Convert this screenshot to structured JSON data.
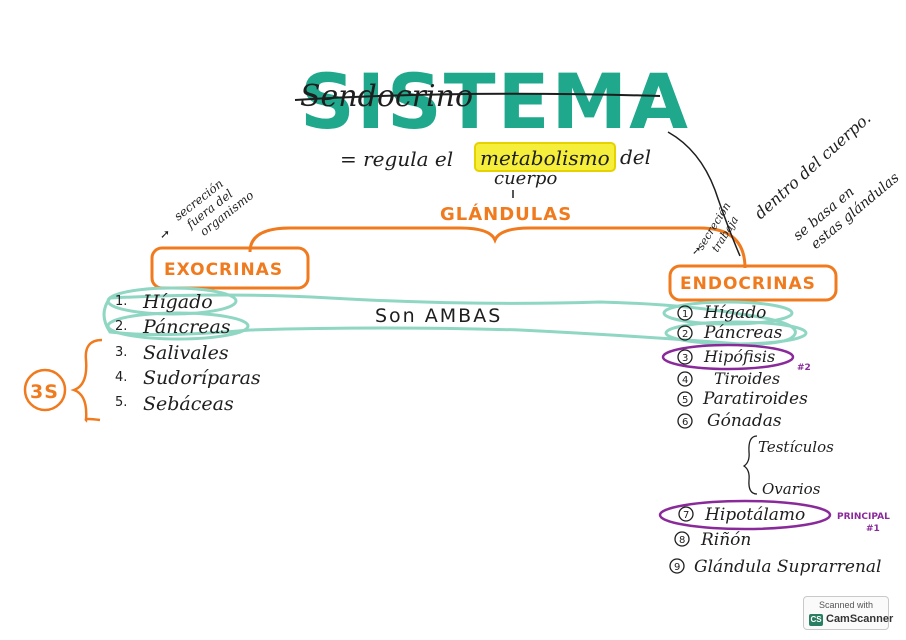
{
  "title": "SISTEMA",
  "crossed_word": "Sendocrino",
  "subtitle": {
    "prefix": "= regula el",
    "highlight": "metabolismo",
    "suffix": "del",
    "line2": "cuerpo"
  },
  "center_node": "GLÁNDULAS",
  "left_branch": {
    "label": "EXOCRINAS",
    "note": [
      "secreción",
      "fuera del",
      "organismo"
    ],
    "group_label": "3S",
    "items": [
      {
        "num": "1.",
        "text": "Hígado"
      },
      {
        "num": "2.",
        "text": "Páncreas"
      },
      {
        "num": "3.",
        "text": "Salivales"
      },
      {
        "num": "4.",
        "text": "Sudoríparas"
      },
      {
        "num": "5.",
        "text": "Sebáceas"
      }
    ]
  },
  "right_branch": {
    "label": "ENDOCRINAS",
    "note": [
      "secreción",
      "trabaja"
    ],
    "note2": "dentro del cuerpo.",
    "note3": [
      "se basa en",
      "estas glándulas"
    ],
    "items": [
      {
        "num": "1",
        "text": "Hígado"
      },
      {
        "num": "2",
        "text": "Páncreas"
      },
      {
        "num": "3",
        "text": "Hipófisis"
      },
      {
        "num": "4",
        "text": "Tiroides"
      },
      {
        "num": "5",
        "text": "Paratiroides"
      },
      {
        "num": "6",
        "text": "Gónadas"
      },
      {
        "num": "7",
        "text": "Hipotálamo"
      },
      {
        "num": "8",
        "text": "Riñón"
      },
      {
        "num": "9",
        "text": "Glándula Suprarrenal"
      }
    ],
    "gonadas_sub": [
      "Testículos",
      "Ovarios"
    ],
    "hipofisis_tag": "#2",
    "hipotalamo_tag": [
      "PRINCIPAL",
      "#1"
    ]
  },
  "shared_label": "Son AMBAS",
  "scanner": {
    "top": "Scanned with",
    "logo": "CS",
    "name": "CamScanner"
  },
  "colors": {
    "teal": "#1fa88c",
    "orange": "#f07a1e",
    "mint": "#8fd6c3",
    "purple": "#8a2a9a",
    "highlight": "#f5ee3a"
  }
}
